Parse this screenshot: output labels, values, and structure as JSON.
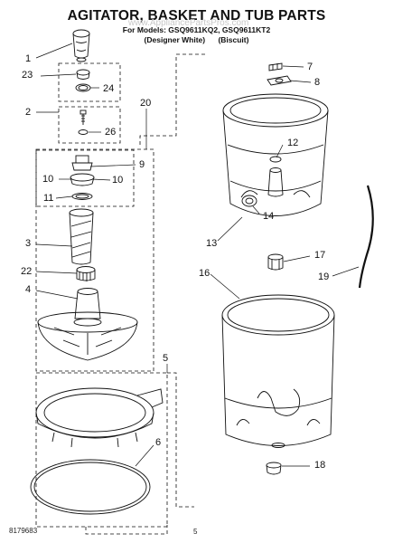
{
  "header": {
    "title": "AGITATOR, BASKET AND TUB PARTS",
    "models_line": "For Models: GSQ9611KQ2, GSQ9611KT2",
    "variant_a": "(Designer White)",
    "variant_b": "(Biscuit)",
    "watermark": "www.AppliancePartsPros.com"
  },
  "callouts": {
    "c1": "1",
    "c2": "2",
    "c3": "3",
    "c4": "4",
    "c5": "5",
    "c6": "6",
    "c7": "7",
    "c8": "8",
    "c9": "9",
    "c10a": "10",
    "c10b": "10",
    "c11": "11",
    "c12": "12",
    "c13": "13",
    "c14": "14",
    "c16": "16",
    "c17": "17",
    "c18": "18",
    "c19": "19",
    "c20": "20",
    "c22": "22",
    "c23": "23",
    "c24": "24",
    "c26": "26"
  },
  "footer": {
    "doc_number": "8179683",
    "page_number": "5"
  },
  "colors": {
    "ink": "#111111",
    "paper": "#ffffff",
    "watermark": "#c9c9c9"
  }
}
